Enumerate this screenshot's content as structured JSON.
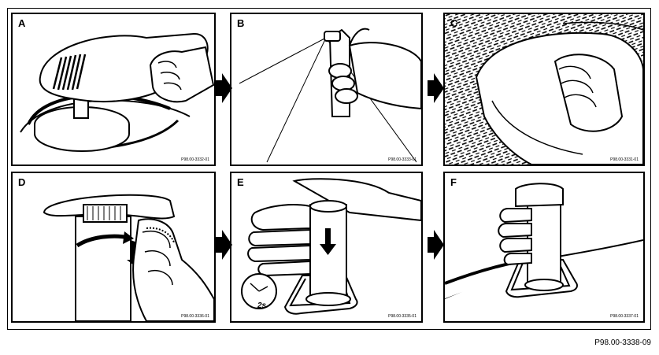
{
  "panels": [
    {
      "label": "A",
      "code": "P98.00-3332-01"
    },
    {
      "label": "B",
      "code": "P98.00-3333-01"
    },
    {
      "label": "C",
      "code": "P98.00-3331-01"
    },
    {
      "label": "D",
      "code": "P98.00-3336-01"
    },
    {
      "label": "E",
      "code": "P98.00-3335-01"
    },
    {
      "label": "F",
      "code": "P98.00-3337-01"
    }
  ],
  "timer": {
    "label": "2s"
  },
  "figure_code": "P98.00-3338-09",
  "icons": [
    "polisher",
    "spray-can",
    "cloth",
    "bottle-cap",
    "press-down-arrow",
    "clock",
    "bottle"
  ]
}
